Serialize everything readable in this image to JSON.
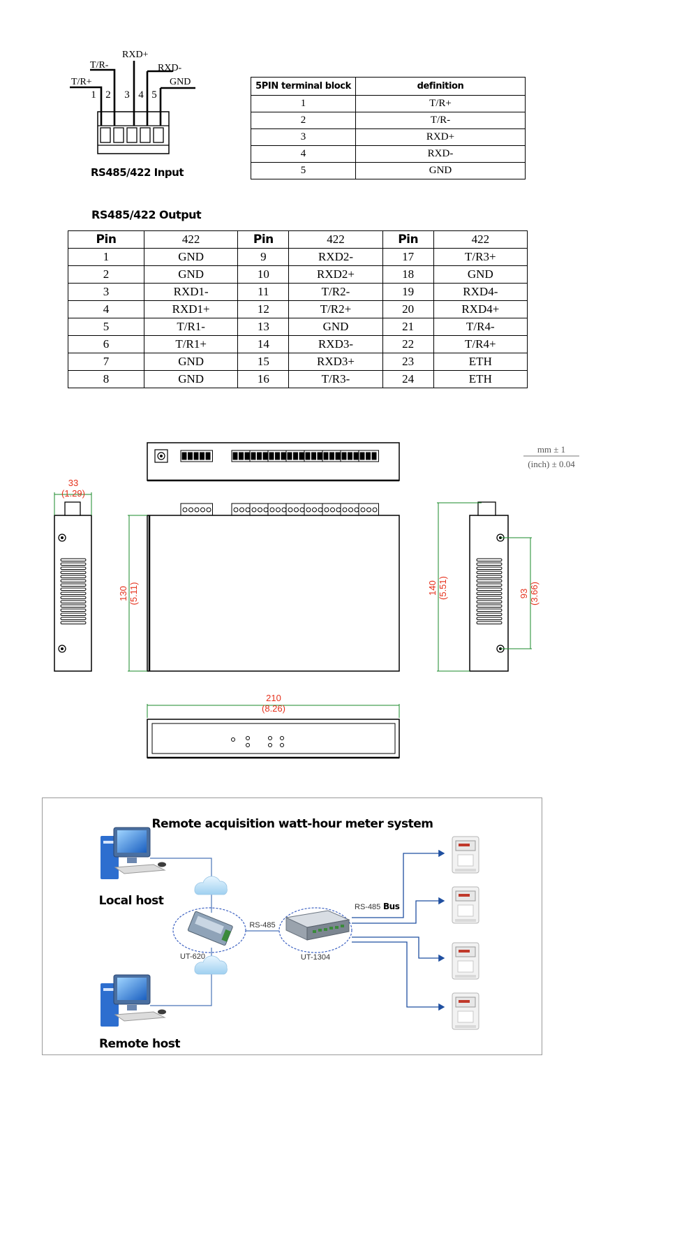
{
  "pin_diagram": {
    "title": "RS485/422 Input",
    "numbers": [
      "1",
      "2",
      "3",
      "4",
      "5"
    ],
    "signals": [
      "T/R+",
      "T/R-",
      "RXD+",
      "RXD-",
      "GND"
    ]
  },
  "terminal_table": {
    "headers": [
      "5PIN terminal block",
      "definition"
    ],
    "rows": [
      [
        "1",
        "T/R+"
      ],
      [
        "2",
        "T/R-"
      ],
      [
        "3",
        "RXD+"
      ],
      [
        "4",
        "RXD-"
      ],
      [
        "5",
        "GND"
      ]
    ]
  },
  "output_table": {
    "title": "RS485/422 Output",
    "headers": [
      "Pin",
      "422",
      "Pin",
      "422",
      "Pin",
      "422"
    ],
    "rows": [
      [
        "1",
        "GND",
        "9",
        "RXD2-",
        "17",
        "T/R3+"
      ],
      [
        "2",
        "GND",
        "10",
        "RXD2+",
        "18",
        "GND"
      ],
      [
        "3",
        "RXD1-",
        "11",
        "T/R2-",
        "19",
        "RXD4-"
      ],
      [
        "4",
        "RXD1+",
        "12",
        "T/R2+",
        "20",
        "RXD4+"
      ],
      [
        "5",
        "T/R1-",
        "13",
        "GND",
        "21",
        "T/R4-"
      ],
      [
        "6",
        "T/R1+",
        "14",
        "RXD3-",
        "22",
        "T/R4+"
      ],
      [
        "7",
        "GND",
        "15",
        "RXD3+",
        "23",
        "ETH"
      ],
      [
        "8",
        "GND",
        "16",
        "T/R3-",
        "24",
        "ETH"
      ]
    ]
  },
  "dimensions": {
    "unit_top": "mm ± 1",
    "unit_bottom": "(inch) ± 0.04",
    "side_width_mm": "33",
    "side_width_in": "(1.29)",
    "height_mm": "130",
    "height_in": "(5.11)",
    "side_height_mm": "140",
    "side_height_in": "(5.51)",
    "hole_spacing_mm": "93",
    "hole_spacing_in": "(3.66)",
    "width_mm": "210",
    "width_in": "(8.26)"
  },
  "system": {
    "title": "Remote acquisition watt-hour meter system",
    "local_host": "Local host",
    "remote_host": "Remote host",
    "converter_label": "UT-620",
    "hub_label": "UT-1304",
    "link_label": "RS-485",
    "bus_label": "RS-485",
    "bus_word": "Bus"
  },
  "colors": {
    "dimension_red": "#e5311c",
    "bus_line_blue": "#1f4fa0",
    "host_line_blue": "#4a74b8",
    "ellipse_dash": "#3a5fc0"
  }
}
